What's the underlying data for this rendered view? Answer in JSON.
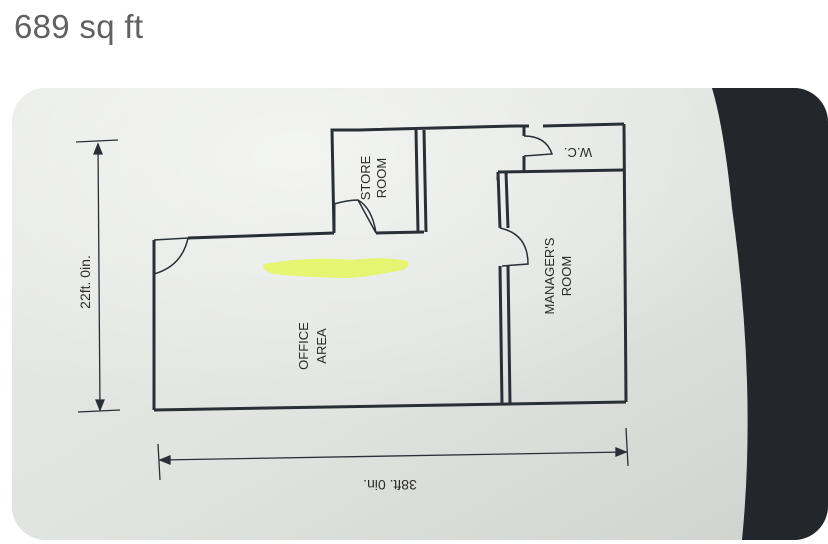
{
  "header": {
    "area_text": "689 sq ft"
  },
  "plan": {
    "height_dimension": "22ft. 0in.",
    "width_dimension": "38ft. 0in.",
    "rooms": {
      "office": [
        "OFFICE",
        "AREA"
      ],
      "store": [
        "STORE",
        "ROOM"
      ],
      "manager": [
        "MANAGER'S",
        "ROOM"
      ],
      "wc": "W.C."
    }
  },
  "colors": {
    "paper": "#dfe2dd",
    "wall": "#2a2f36",
    "highlight": "#e6f56a",
    "device_frame": "#22252a"
  }
}
